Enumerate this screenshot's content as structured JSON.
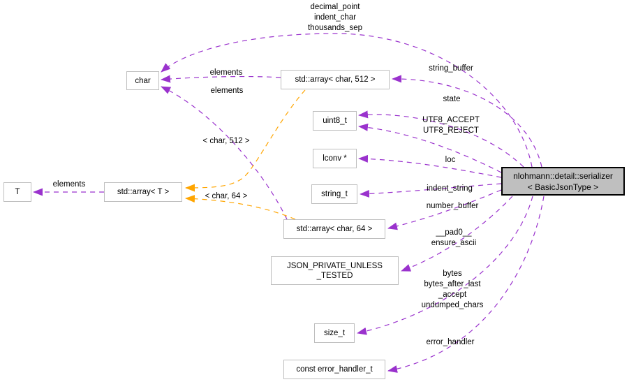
{
  "diagram": {
    "kind": "doxygen-collaboration-graph",
    "colors": {
      "usage_edge": "#9a32cd",
      "template_edge": "#ffa500",
      "main_node_fill": "#bfbfbf",
      "node_border": "#bebebe",
      "node_fill": "#ffffff",
      "text": "#000000"
    },
    "nodes": {
      "main": {
        "label": "nlohmann::detail::serializer\n< BasicJsonType >"
      },
      "char": {
        "label": "char"
      },
      "array_char_512": {
        "label": "std::array< char, 512 >"
      },
      "uint8": {
        "label": "uint8_t"
      },
      "lconv": {
        "label": "lconv *"
      },
      "string_t": {
        "label": "string_t"
      },
      "t": {
        "label": "T"
      },
      "array_t": {
        "label": "std::array< T >"
      },
      "array_char_64": {
        "label": "std::array< char, 64 >"
      },
      "json_private": {
        "label": "JSON_PRIVATE_UNLESS\n_TESTED"
      },
      "size_t": {
        "label": "size_t"
      },
      "const_error_handler": {
        "label": "const error_handler_t"
      }
    },
    "edge_labels": {
      "decimal_group": "decimal_point\nindent_char\nthousands_sep",
      "elements_512": "elements",
      "elements_64": "elements",
      "elements_t": "elements",
      "tmpl_512": "< char, 512 >",
      "tmpl_64": "< char, 64 >",
      "string_buffer": "string_buffer",
      "state": "state",
      "utf8": "UTF8_ACCEPT\nUTF8_REJECT",
      "loc": "loc",
      "indent_string": "indent_string",
      "number_buffer": "number_buffer",
      "pad0": "__pad0__\nensure_ascii",
      "bytes_group": "bytes\nbytes_after_last\n_accept\nundumped_chars",
      "error_handler": "error_handler"
    }
  }
}
